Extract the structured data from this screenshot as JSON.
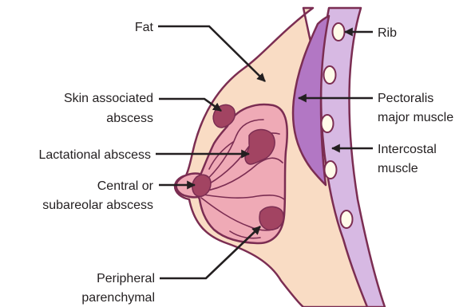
{
  "diagram": {
    "labels": {
      "fat": "Fat",
      "rib": "Rib",
      "skin_abscess_1": "Skin associated",
      "skin_abscess_2": "abscess",
      "pectoralis_1": "Pectoralis",
      "pectoralis_2": "major muscle",
      "lactational": "Lactational abscess",
      "intercostal_1": "Intercostal",
      "intercostal_2": "muscle",
      "central_1": "Central or",
      "central_2": "subareolar abscess",
      "peripheral_1": "Peripheral",
      "peripheral_2": "parenchymal"
    },
    "colors": {
      "fat_fill": "#f9dcc4",
      "outline": "#7b2d52",
      "gland_fill": "#efaab6",
      "abscess_fill": "#a24462",
      "muscle_fill": "#b277c4",
      "chest_wall_fill": "#d7b9e3",
      "rib_fill": "#fffbe9",
      "text": "#231f20"
    }
  }
}
